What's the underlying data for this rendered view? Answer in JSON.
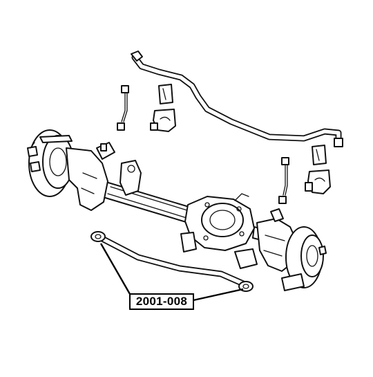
{
  "diagram": {
    "callout": {
      "part_number": "2001-008"
    },
    "colors": {
      "line": "#111111",
      "background": "#ffffff",
      "callout_border": "#000000"
    },
    "parts": [
      "stabilizer-bar",
      "stabilizer-bushing",
      "bushing-bracket",
      "stabilizer-link",
      "front-axle-housing",
      "differential-housing",
      "left-brake-rotor-hub",
      "right-steering-knuckle",
      "track-bar"
    ]
  }
}
